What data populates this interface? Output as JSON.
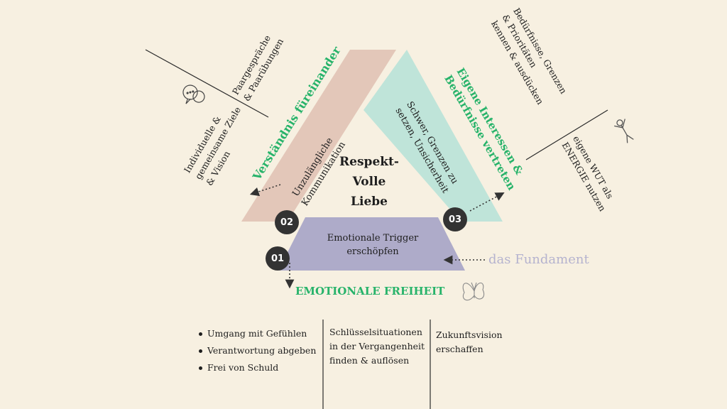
{
  "center": {
    "line1": "Respekt-",
    "line2": "Volle",
    "line3": "Liebe"
  },
  "foundation": {
    "text_line1": "Emotionale Trigger",
    "text_line2": "erschöpfen",
    "label": "das Fundament",
    "badge": "01",
    "outcome": "EMOTIONALE FREIHEIT"
  },
  "left_pillar": {
    "text_line1": "Unzulängliche",
    "text_line2": "Kommunikation",
    "badge": "02",
    "heading": "Verständnis füreinander",
    "note_top_line1": "Paargespräche",
    "note_top_line2": "& Paarübungen",
    "note_bottom_line1": "Individuelle &",
    "note_bottom_line2": "gemeinsame Ziele",
    "note_bottom_line3": "& Vision"
  },
  "right_pillar": {
    "text_line1": "Schwer, Grenzen zu",
    "text_line2": "setzen, Unsicherheit",
    "badge": "03",
    "heading_line1": "Eigene Interessen &",
    "heading_line2": "Bedürfnisse vertreten",
    "note_top_line1": "Bedürfnisse, Grenzen",
    "note_top_line2": "& Prioritäten",
    "note_top_line3": "kennen & ausdücken",
    "note_bottom_line1": "eigene WUT als",
    "note_bottom_line2": "ENERGIE nutzen"
  },
  "columns": {
    "col1_items": [
      "Umgang mit Gefühlen",
      "Verantwortung abgeben",
      "Frei von Schuld"
    ],
    "col2_text": "Schlüsselsituationen\nin der Vergangenheit\nfinden & auflösen",
    "col3_text": "Zukunftsvision\nerschaffen"
  },
  "icons": [
    "speech-bubbles-icon",
    "person-celebrating-icon",
    "butterfly-icon"
  ],
  "colors": {
    "background": "#f7f0e1",
    "left_triangle": "#e3c7b9",
    "right_triangle": "#bfe4d9",
    "foundation": "#aeabc9",
    "accent_green": "#27b36a",
    "fundament_label": "#b5b3cf",
    "badge": "#333333"
  }
}
